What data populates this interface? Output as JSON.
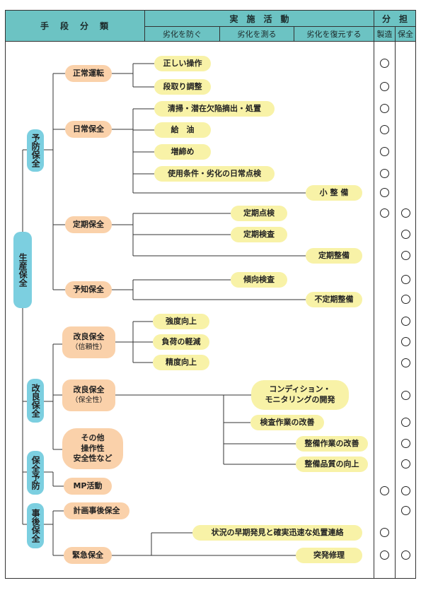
{
  "header": {
    "method_classification": "手　段　分　類",
    "activities": "実　施　活　動",
    "activity_prevent": "劣化を防ぐ",
    "activity_measure": "劣化を測る",
    "activity_restore": "劣化を復元する",
    "sharing": "分　担",
    "share_production": "製造",
    "share_maintenance": "保全"
  },
  "root": "生産保全",
  "categories": {
    "preventive": "予防保全",
    "improvement": "改良保全",
    "maintenance_prevention": "保全予防",
    "breakdown": "事後保全"
  },
  "methods": {
    "normal_operation": "正常運転",
    "daily_maintenance": "日常保全",
    "periodic_maintenance": "定期保全",
    "predictive_maintenance": "予知保全",
    "improvement_reliability_1": "改良保全",
    "improvement_reliability_2": "（信頼性）",
    "improvement_maintainability_1": "改良保全",
    "improvement_maintainability_2": "（保全性）",
    "other_1": "その他",
    "other_2": "操作性",
    "other_3": "安全性など",
    "mp_activity": "MP活動",
    "planned_breakdown": "計画事後保全",
    "emergency": "緊急保全"
  },
  "activities": {
    "correct_operation": "正しい操作",
    "setup_adjustment": "段取り調整",
    "cleaning": "清掃・潜在欠陥摘出・処置",
    "lubrication": "給　油",
    "tightening": "増締め",
    "daily_check": "使用条件・劣化の日常点検",
    "minor_repair": "小 整 備",
    "periodic_inspection": "定期点検",
    "periodic_check": "定期検査",
    "periodic_overhaul": "定期整備",
    "trend_inspection": "傾向検査",
    "irregular_overhaul": "不定期整備",
    "strength_up": "強度向上",
    "load_reduction": "負荷の軽減",
    "accuracy_up": "精度向上",
    "condition_monitoring_1": "コンディション・",
    "condition_monitoring_2": "モニタリングの開発",
    "inspection_improvement": "検査作業の改善",
    "overhaul_improvement": "整備作業の改善",
    "overhaul_quality": "整備品質の向上",
    "early_detection": "状況の早期発見と確実迅速な処置連絡",
    "sudden_repair": "突発修理"
  },
  "assignments": [
    {
      "activity": "正しい操作",
      "production": true,
      "maintenance": false
    },
    {
      "activity": "段取り調整",
      "production": true,
      "maintenance": false
    },
    {
      "activity": "清掃・潜在欠陥摘出・処置",
      "production": true,
      "maintenance": false
    },
    {
      "activity": "給　油",
      "production": true,
      "maintenance": false
    },
    {
      "activity": "増締め",
      "production": true,
      "maintenance": false
    },
    {
      "activity": "使用条件・劣化の日常点検",
      "production": true,
      "maintenance": false
    },
    {
      "activity": "小 整 備",
      "production": true,
      "maintenance": false
    },
    {
      "activity": "定期点検",
      "production": true,
      "maintenance": true
    },
    {
      "activity": "定期検査",
      "production": false,
      "maintenance": true
    },
    {
      "activity": "定期整備",
      "production": false,
      "maintenance": true
    },
    {
      "activity": "傾向検査",
      "production": false,
      "maintenance": true
    },
    {
      "activity": "不定期整備",
      "production": false,
      "maintenance": true
    },
    {
      "activity": "強度向上",
      "production": false,
      "maintenance": true
    },
    {
      "activity": "負荷の軽減",
      "production": false,
      "maintenance": true
    },
    {
      "activity": "精度向上",
      "production": false,
      "maintenance": true
    },
    {
      "activity": "コンディション・モニタリングの開発",
      "production": false,
      "maintenance": true
    },
    {
      "activity": "検査作業の改善",
      "production": false,
      "maintenance": true
    },
    {
      "activity": "整備作業の改善",
      "production": false,
      "maintenance": true
    },
    {
      "activity": "整備品質の向上",
      "production": false,
      "maintenance": true
    },
    {
      "activity": "MP活動",
      "production": true,
      "maintenance": true
    },
    {
      "activity": "計画事後保全",
      "production": false,
      "maintenance": true
    },
    {
      "activity": "状況の早期発見と確実迅速な処置連絡",
      "production": true,
      "maintenance": false
    },
    {
      "activity": "突発修理",
      "production": true,
      "maintenance": true
    }
  ],
  "colors": {
    "header": "#6cc3c3",
    "category": "#7ccfe0",
    "method": "#fad1aa",
    "activity": "#f8f2a7",
    "line": "#333333"
  }
}
